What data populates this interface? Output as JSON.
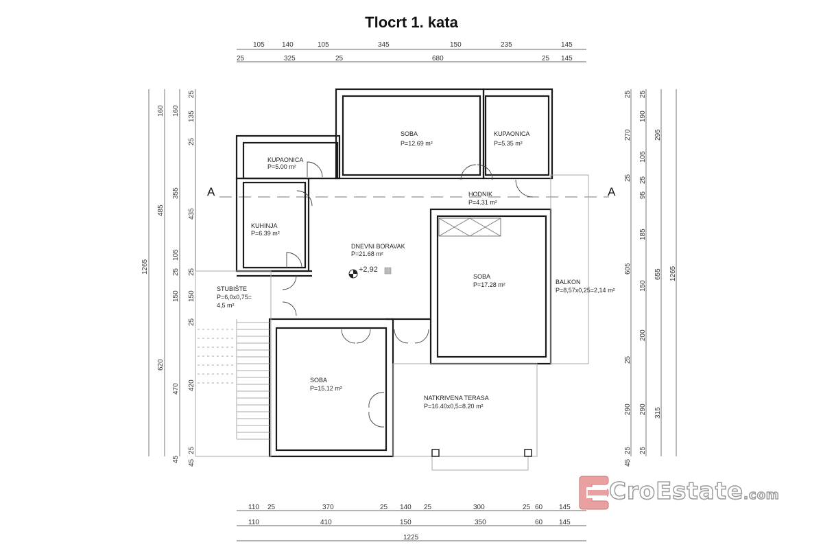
{
  "title": "Tlocrt 1. kata",
  "section_marker": "A",
  "dimensions": {
    "top_row1": [
      "105",
      "140",
      "105",
      "345",
      "150",
      "235",
      "145"
    ],
    "top_row2": [
      "25",
      "325",
      "25",
      "680",
      "25",
      "145"
    ],
    "left_col1": [
      "1265"
    ],
    "left_col2": [
      "160",
      "485",
      "620"
    ],
    "left_col3": [
      "160",
      "355",
      "105",
      "25",
      "150",
      "470",
      "45"
    ],
    "left_col4": [
      "25",
      "135",
      "25",
      "435",
      "25",
      "150",
      "25",
      "420",
      "25",
      "45"
    ],
    "right_col1": [
      "25",
      "270",
      "25",
      "605",
      "25",
      "290",
      "25",
      "45"
    ],
    "right_col2": [
      "25",
      "190",
      "105",
      "25",
      "95",
      "185",
      "150",
      "200",
      "290",
      "25"
    ],
    "right_col3": [
      "295",
      "655",
      "315"
    ],
    "right_col4": [
      "1265"
    ],
    "bottom_row1": [
      "110",
      "25",
      "370",
      "25",
      "140",
      "25",
      "300",
      "25",
      "60",
      "145"
    ],
    "bottom_row2": [
      "110",
      "410",
      "150",
      "350",
      "60",
      "145"
    ],
    "bottom_row3": [
      "1225"
    ]
  },
  "rooms": [
    {
      "name": "KUPAONICA",
      "area": "P=5.00 m²"
    },
    {
      "name": "SOBA",
      "area": "P=12.69 m²"
    },
    {
      "name": "KUPAONICA",
      "area": "P=5.35 m²"
    },
    {
      "name": "HODNIK",
      "area": "P=4.31 m²"
    },
    {
      "name": "KUHINJA",
      "area": "P=6.39 m²"
    },
    {
      "name": "DNEVNI BORAVAK",
      "area": "P=21.68 m²"
    },
    {
      "name": "SOBA",
      "area": "P=17.28 m²"
    },
    {
      "name": "BALKON",
      "area": "P=8,57x0,25=2,14 m²"
    },
    {
      "name": "STUBIŠTE",
      "area": "P=6,0x0,75=",
      "area2": "4,5 m²"
    },
    {
      "name": "SOBA",
      "area": "P=15.12 m²"
    },
    {
      "name": "NATKRIVENA TERASA",
      "area": "P=16.40x0,5=8.20 m²"
    }
  ],
  "level_marker": "+2,92",
  "logo": {
    "main": "CroEstate",
    "suffix": ".com",
    "color": "#e8a0a0"
  }
}
